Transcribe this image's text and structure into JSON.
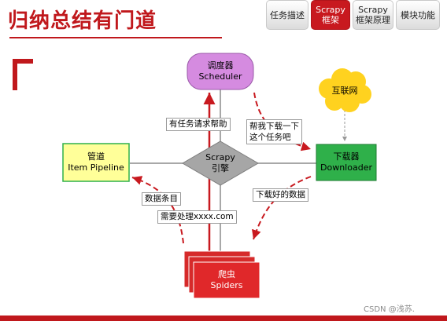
{
  "title": "归纳总结有门道",
  "tabs": [
    {
      "line1": "任务描述",
      "line2": ""
    },
    {
      "line1": "Scrapy",
      "line2": "框架"
    },
    {
      "line1": "Scrapy",
      "line2": "框架原理"
    },
    {
      "line1": "模块功能",
      "line2": ""
    }
  ],
  "nodes": {
    "scheduler": {
      "line1": "调度器",
      "line2": "Scheduler",
      "color": "#d58be0"
    },
    "internet": {
      "label": "互联网",
      "color": "#ffd21f"
    },
    "engine": {
      "line1": "Scrapy",
      "line2": "引擎",
      "color": "#a6a6a6"
    },
    "pipeline": {
      "line1": "管道",
      "line2": "Item Pipeline",
      "color": "#ffff99"
    },
    "downloader": {
      "line1": "下载器",
      "line2": "Downloader",
      "color": "#2fb04a"
    },
    "spiders": {
      "line1": "爬虫",
      "line2": "Spiders",
      "color": "#e0282a"
    }
  },
  "labels": {
    "request_help": "有任务请求帮助",
    "download_line1": "帮我下载一下",
    "download_line2": "这个任务吧",
    "downloaded_data": "下载好的数据",
    "data_items": "数据条目",
    "need_process": "需要处理xxxx.com"
  },
  "watermark": "CSDN @浅苏."
}
